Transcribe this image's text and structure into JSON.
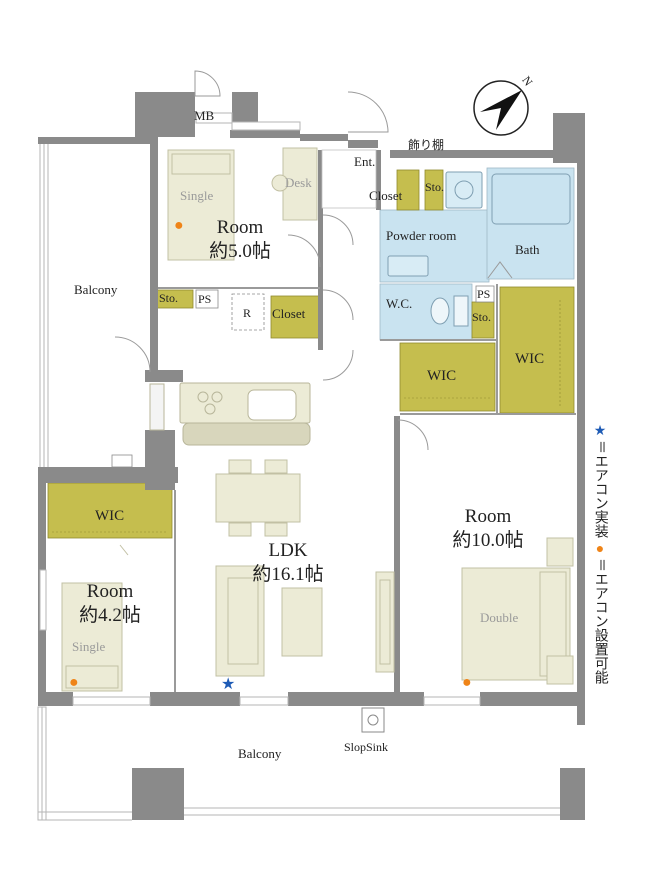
{
  "colors": {
    "wall": "#8a8a8a",
    "closet": "#c5be4e",
    "wet_area": "#c9e3f0",
    "furniture": "#ecebd6",
    "ac_installed": "#1e5bb5",
    "ac_possible": "#ef8418"
  },
  "rooms": {
    "room_north": {
      "name": "Room",
      "size": "約5.0帖"
    },
    "room_west": {
      "name": "Room",
      "size": "約4.2帖"
    },
    "room_east": {
      "name": "Room",
      "size": "約10.0帖"
    },
    "ldk": {
      "name": "LDK",
      "size": "約16.1帖"
    }
  },
  "labels": {
    "mb": "MB",
    "entrance": "Ent.",
    "display_shelf": "飾り棚",
    "closet": "Closet",
    "storage": "Sto.",
    "powder_room": "Powder room",
    "bath": "Bath",
    "wc": "W.C.",
    "ps": "PS",
    "refrigerator": "R",
    "wic": "WIC",
    "balcony": "Balcony",
    "slop_sink": "SlopSink",
    "desk": "Desk",
    "single": "Single",
    "double": "Double",
    "compass_north": "N"
  },
  "legend": {
    "star_symbol": "★",
    "star_text": "＝エアコン実装",
    "dot_symbol": "●",
    "dot_text": "＝エアコン設置可能"
  }
}
